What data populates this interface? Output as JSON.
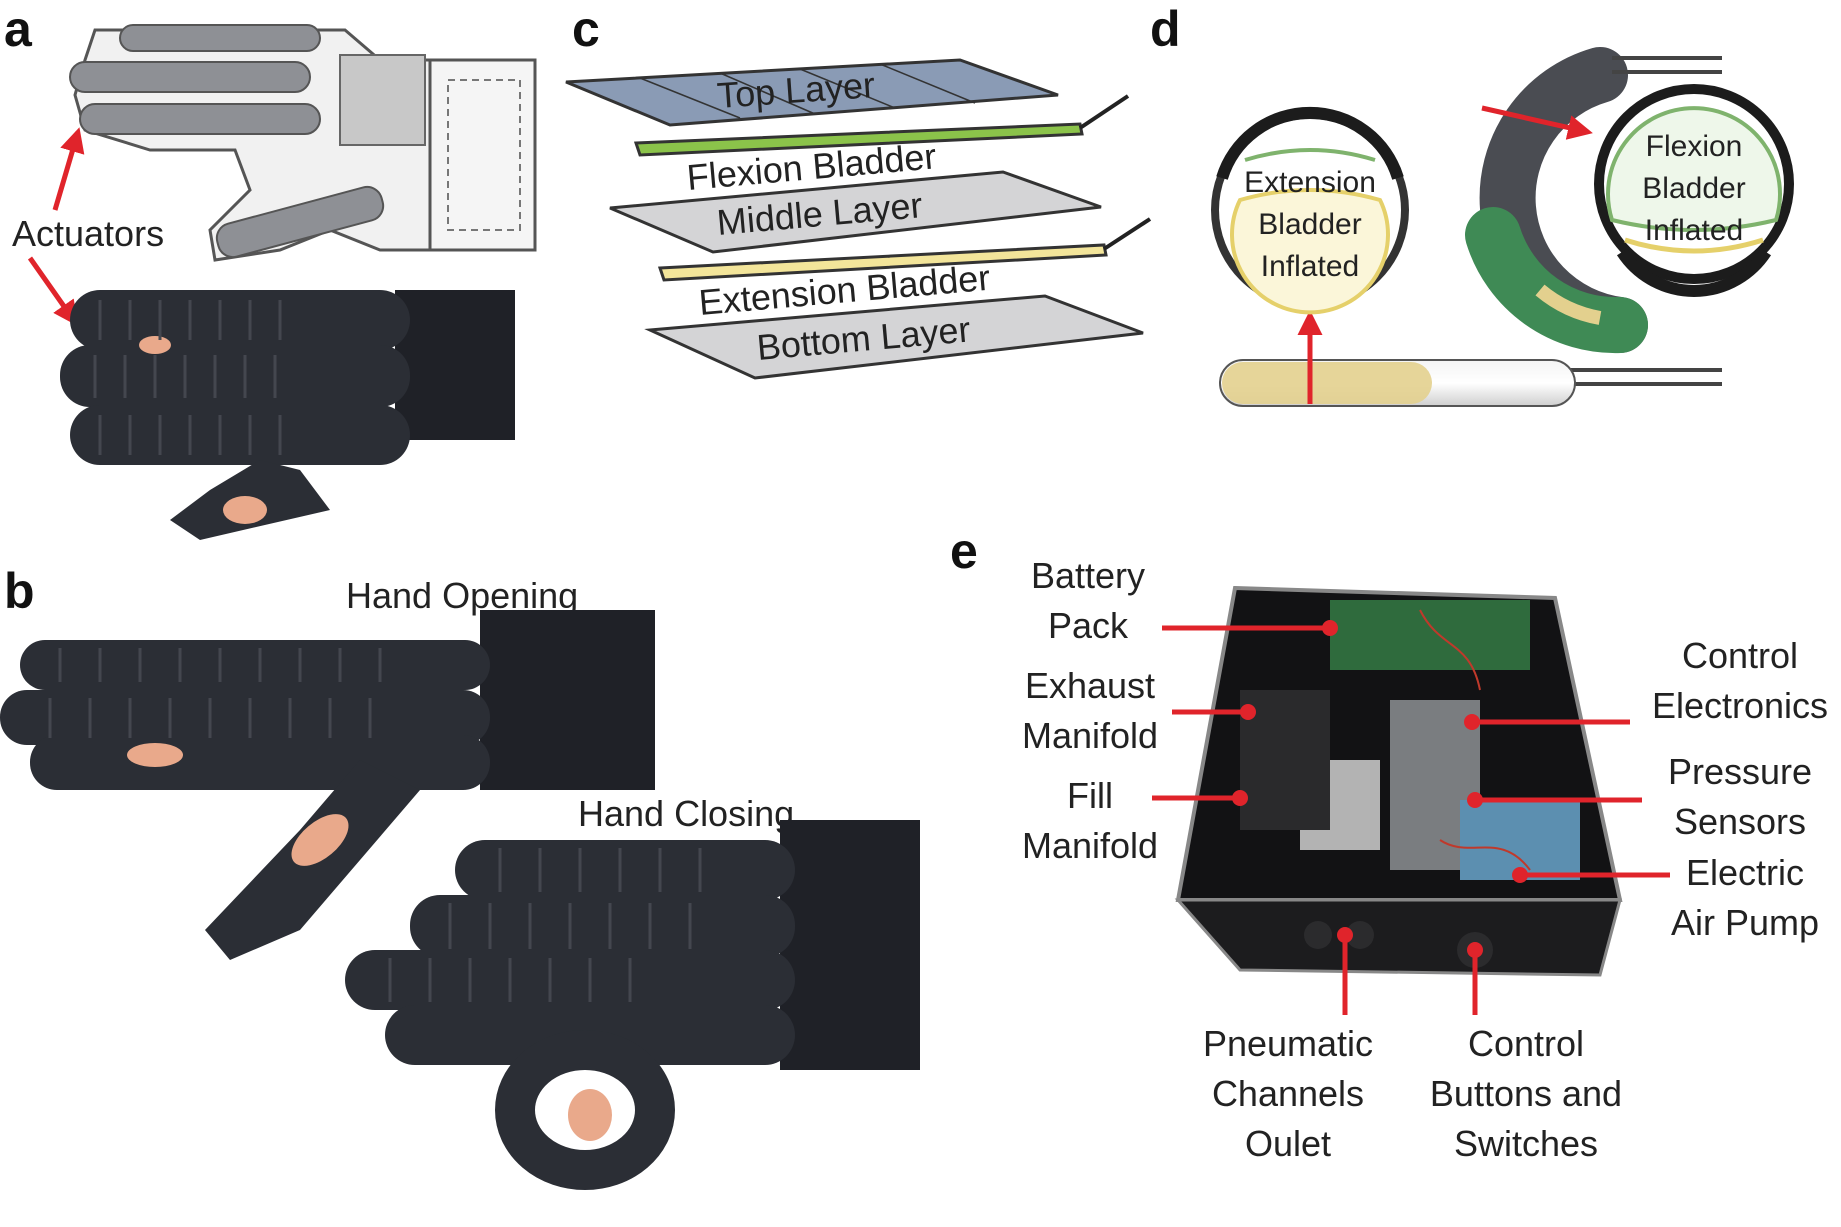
{
  "panels": {
    "a": {
      "letter": "a",
      "label": "Actuators"
    },
    "b": {
      "letter": "b",
      "label_opening": "Hand Opening",
      "label_closing": "Hand Closing"
    },
    "c": {
      "letter": "c",
      "layers": [
        "Top Layer",
        "Flexion Bladder",
        "Middle Layer",
        "Extension Bladder",
        "Bottom Layer"
      ]
    },
    "d": {
      "letter": "d",
      "extension": {
        "line1": "Extension",
        "line2": "Bladder",
        "line3": "Inflated"
      },
      "flexion": {
        "line1": "Flexion",
        "line2": "Bladder",
        "line3": "Inflated"
      }
    },
    "e": {
      "letter": "e",
      "battery": {
        "line1": "Battery",
        "line2": "Pack"
      },
      "exhaust": {
        "line1": "Exhaust",
        "line2": "Manifold"
      },
      "fill": {
        "line1": "Fill",
        "line2": "Manifold"
      },
      "control_electronics": {
        "line1": "Control",
        "line2": "Electronics"
      },
      "pressure": {
        "line1": "Pressure",
        "line2": "Sensors"
      },
      "pump": {
        "line1": "Electric",
        "line2": "Air Pump"
      },
      "pneumatic": {
        "line1": "Pneumatic",
        "line2": "Channels",
        "line3": "Oulet"
      },
      "buttons": {
        "line1": "Control",
        "line2": "Buttons and",
        "line3": "Switches"
      }
    }
  },
  "colors": {
    "arrow": "#e0242b",
    "glove": "#2b2e35",
    "top_layer": "#8a9bb5",
    "flexion_bladder": "#8bc34a",
    "extension_bladder": "#f3e59a",
    "layer_gray": "#d4d4d6"
  }
}
